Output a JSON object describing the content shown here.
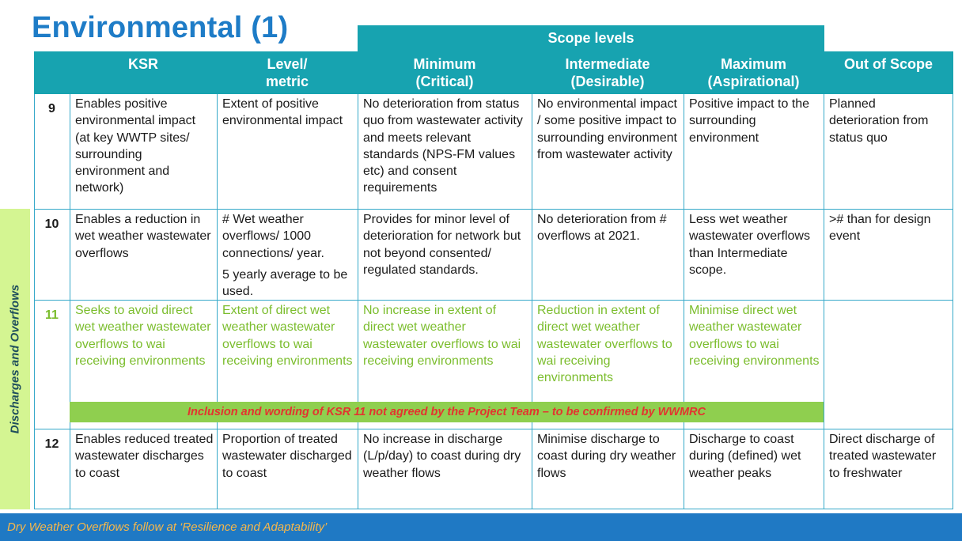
{
  "title": "Environmental (1)",
  "scope_label": "Scope levels",
  "side_label": "Discharges and Overflows",
  "headers": {
    "ksr": "KSR",
    "level_l1": "Level/",
    "level_l2": "metric",
    "min_l1": "Minimum",
    "min_l2": "(Critical)",
    "int_l1": "Intermediate",
    "int_l2": "(Desirable)",
    "max_l1": "Maximum",
    "max_l2": "(Aspirational)",
    "out": "Out of Scope"
  },
  "rows": [
    {
      "num": "9",
      "ksr": "Enables positive environmental impact (at key WWTP sites/ surrounding environment and network)",
      "metric": "Extent of positive environmental impact",
      "minimum": "No deterioration from status quo from wastewater activity and meets relevant standards (NPS-FM values etc) and consent requirements",
      "intermediate": "No environmental impact / some positive impact to surrounding environment from wastewater activity",
      "maximum": "Positive impact to the surrounding environment",
      "out": "Planned deterioration from status quo"
    },
    {
      "num": "10",
      "ksr": "Enables a reduction in wet weather wastewater overflows",
      "metric": "# Wet weather overflows/ 1000 connections/ year.",
      "metric_extra": "5 yearly average to be used.",
      "minimum": "Provides for minor level of deterioration for network but not beyond consented/ regulated standards.",
      "intermediate": "No deterioration from # overflows at 2021.",
      "maximum": "Less wet weather wastewater overflows than Intermediate scope.",
      "out": ">#  than for design event"
    },
    {
      "num": "11",
      "ksr": "Seeks to avoid direct wet weather wastewater overflows to wai receiving environments",
      "metric": "Extent of direct wet weather wastewater overflows to wai receiving environments",
      "minimum": "No increase in extent of direct wet weather wastewater overflows to wai receiving environments",
      "intermediate": "Reduction in extent of direct wet weather wastewater overflows to wai receiving environments",
      "maximum": "Minimise direct wet weather wastewater overflows to wai receiving environments",
      "out": ""
    },
    {
      "num": "12",
      "ksr": "Enables reduced treated wastewater discharges to coast",
      "metric": "Proportion of treated wastewater discharged to coast",
      "minimum": "No increase in discharge (L/p/day) to coast during dry weather flows",
      "intermediate": "Minimise discharge to coast during dry weather flows",
      "maximum": "Discharge to coast during (defined) wet weather peaks",
      "out": "Direct discharge of treated wastewater to freshwater"
    }
  ],
  "note": "Inclusion and wording of KSR 11 not agreed by the Project Team – to be confirmed by WWMRC",
  "footer": "Dry Weather Overflows follow at ‘Resilience and Adaptability’",
  "colors": {
    "title": "#1e7cc7",
    "header": "#17a3b0",
    "side": "#d4f592",
    "green_text": "#7bbd2d",
    "note_bg": "#8fcf4f",
    "note_text": "#e3342f",
    "footer_bg": "#1f79c4",
    "footer_text": "#f7b74a"
  }
}
